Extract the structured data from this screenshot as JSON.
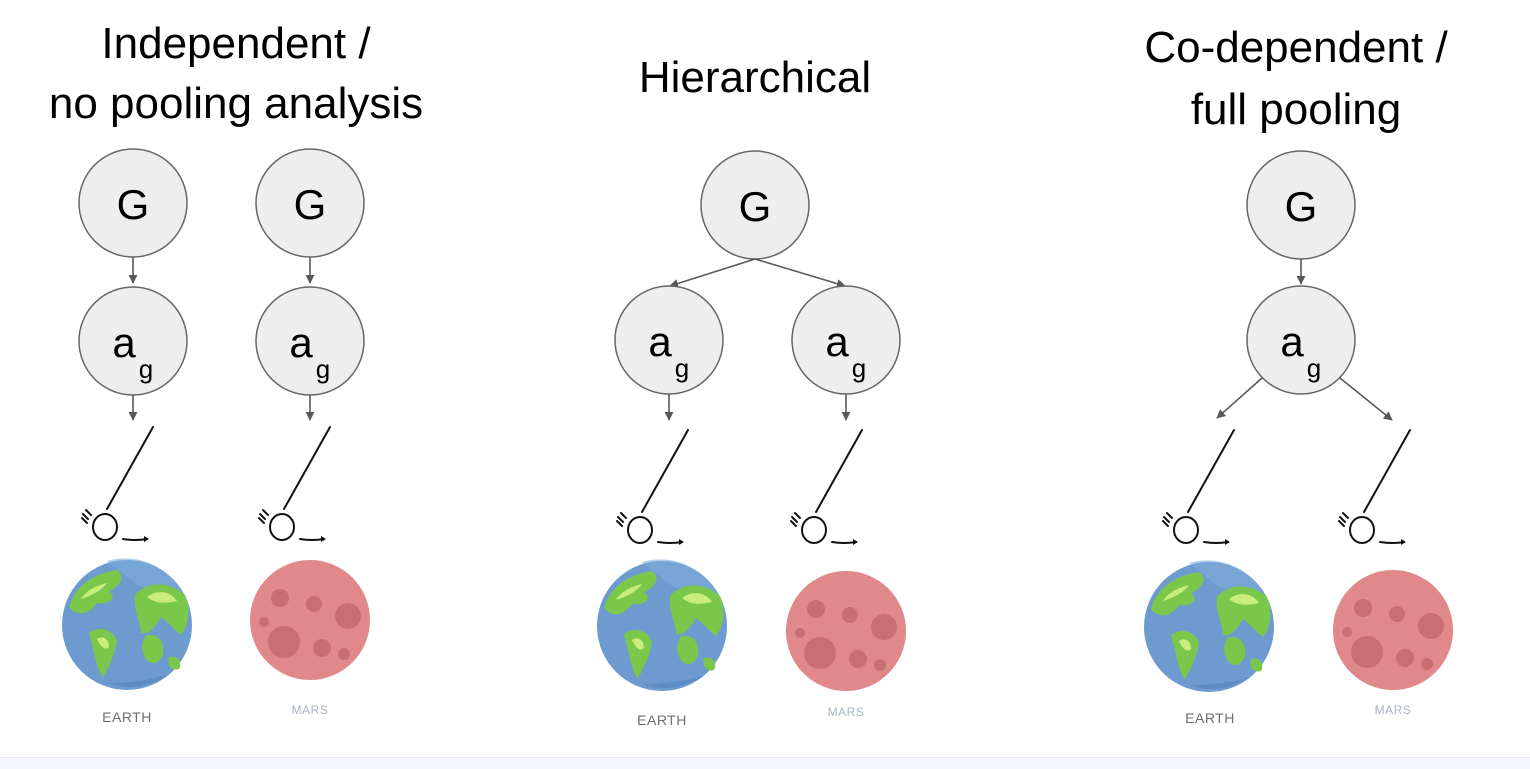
{
  "panels": [
    {
      "title_lines": [
        "Independent /",
        "no pooling analysis"
      ],
      "node_top": "G",
      "node_param": "a",
      "node_param_sub": "g",
      "planet_labels": [
        "EARTH",
        "MARS"
      ]
    },
    {
      "title_lines": [
        "Hierarchical"
      ],
      "node_top": "G",
      "node_param": "a",
      "node_param_sub": "g",
      "planet_labels": [
        "EARTH",
        "MARS"
      ]
    },
    {
      "title_lines": [
        "Co-dependent /",
        "full pooling"
      ],
      "node_top": "G",
      "node_param": "a",
      "node_param_sub": "g",
      "planet_labels": [
        "EARTH",
        "MARS"
      ]
    }
  ],
  "colors": {
    "node_fill": "#eeeeee",
    "node_stroke": "#666666",
    "earth_ocean": "#6d9bd0",
    "earth_land": "#79c84a",
    "mars": "#e0888a"
  },
  "icons": [
    "pendulum-icon",
    "earth-icon",
    "mars-icon"
  ]
}
